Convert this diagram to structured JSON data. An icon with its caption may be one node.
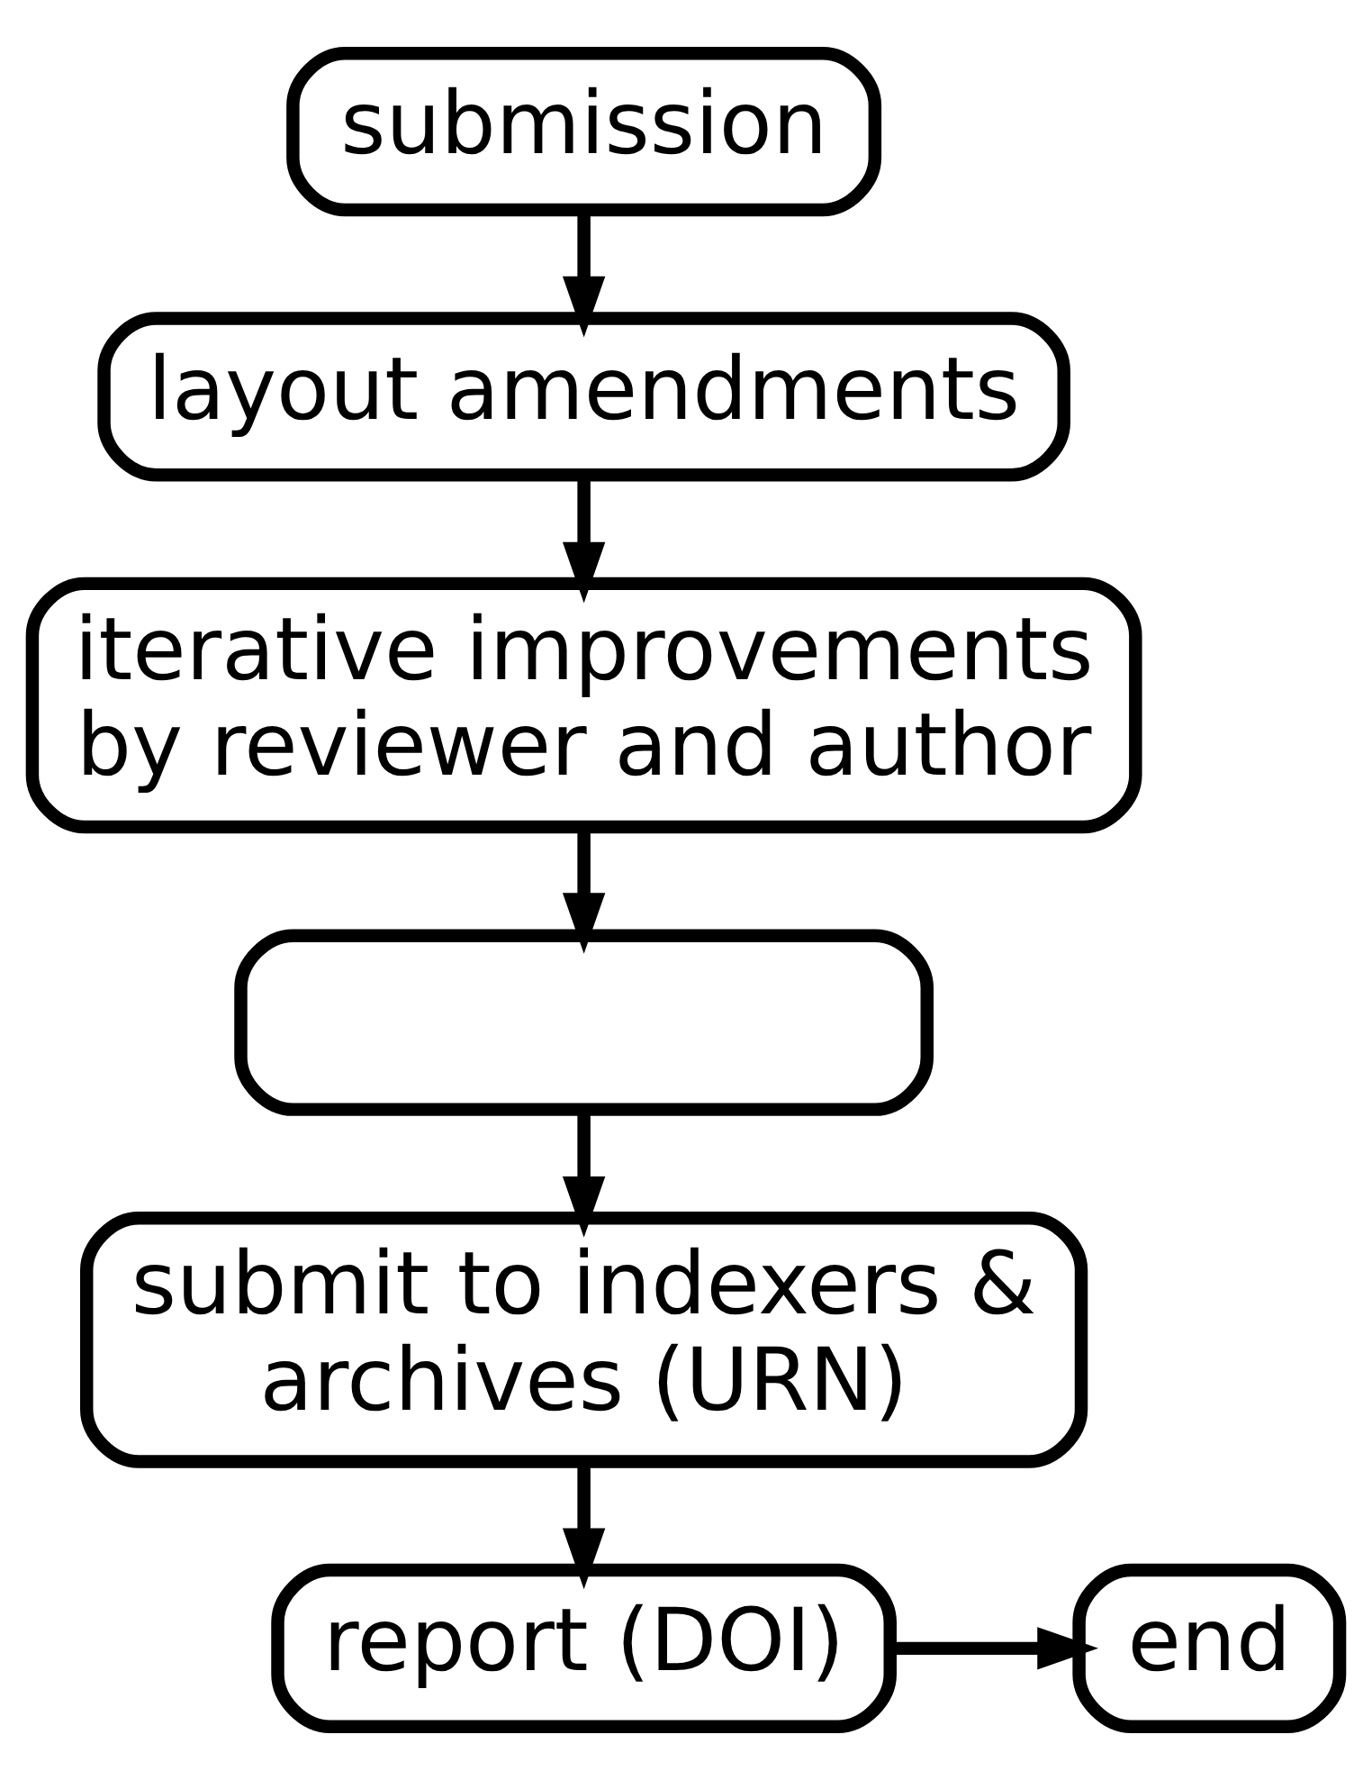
{
  "diagram": {
    "nodes": [
      {
        "text": [
          "submission"
        ]
      },
      {
        "text": [
          "layout amendments"
        ]
      },
      {
        "text": [
          "iterative improvements by reviewer and author"
        ]
      },
      {
        "text": [],
        "shape": "box"
      },
      {
        "text": [
          "submit to indexers & archives (URN)"
        ]
      },
      {
        "text": [
          "report (DOI)"
        ]
      },
      {
        "text": [
          "end"
        ]
      }
    ],
    "edges": [
      {
        "from": 0,
        "to": 1,
        "arrow": "to"
      },
      {
        "from": 1,
        "to": 2,
        "arrow": "to"
      },
      {
        "from": 2,
        "to": 3,
        "arrow": "to"
      },
      {
        "from": 3,
        "to": 4,
        "arrow": "to"
      },
      {
        "from": 4,
        "to": 5,
        "arrow": "to"
      },
      {
        "from": 5,
        "to": 6,
        "arrow": "to"
      }
    ]
  }
}
